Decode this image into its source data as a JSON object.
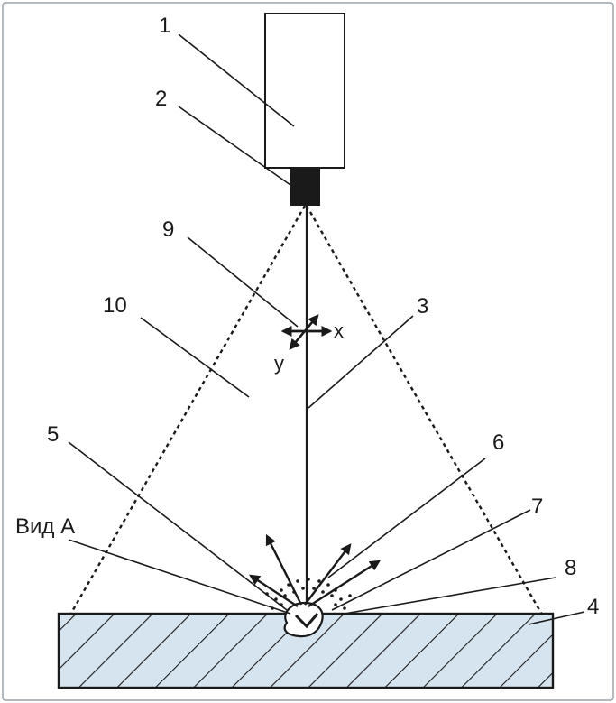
{
  "labels": {
    "n1": "1",
    "n2": "2",
    "n3": "3",
    "n4": "4",
    "n5": "5",
    "n6": "6",
    "n7": "7",
    "n8": "8",
    "n9": "9",
    "n10": "10",
    "view_a": "Вид А",
    "axis_x": "x",
    "axis_y": "y"
  },
  "colors": {
    "frame": "#9aa3ab",
    "ink": "#1a1a1a",
    "workpiece_fill": "#d6e4ef"
  }
}
